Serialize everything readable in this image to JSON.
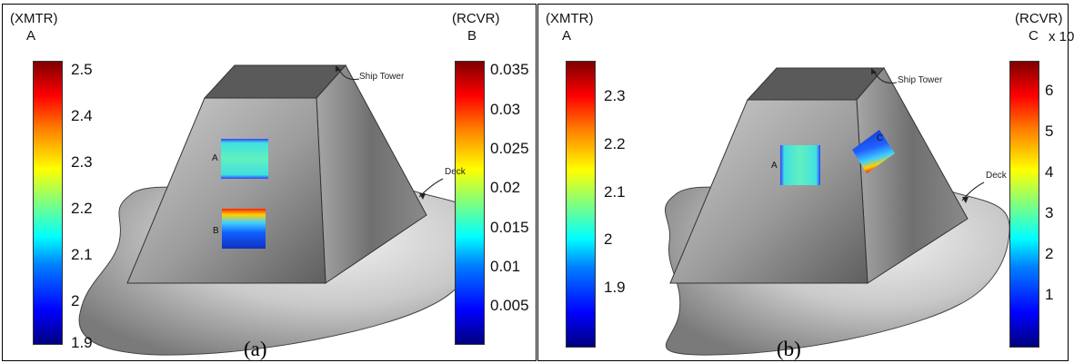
{
  "panels": {
    "a": {
      "caption": "(a)",
      "left_colorbar": {
        "role": "(XMTR)",
        "letter": "A",
        "ticks": [
          "2.5",
          "2.4",
          "2.3",
          "2.2",
          "2.1",
          "2",
          "1.9"
        ]
      },
      "right_colorbar": {
        "role": "(RCVR)",
        "letter": "B",
        "ticks": [
          "0.035",
          "0.03",
          "0.025",
          "0.02",
          "0.015",
          "0.01",
          "0.005"
        ]
      },
      "patch_labels": [
        "A",
        "B"
      ],
      "annotations": {
        "tower": "Ship Tower",
        "deck": "Deck"
      }
    },
    "b": {
      "caption": "(b)",
      "left_colorbar": {
        "role": "(XMTR)",
        "letter": "A",
        "ticks": [
          "2.3",
          "2.2",
          "2.1",
          "2",
          "1.9"
        ]
      },
      "right_colorbar": {
        "role": "(RCVR)",
        "letter": "C",
        "multiplier": "x 10",
        "ticks": [
          "6",
          "5",
          "4",
          "3",
          "2",
          "1"
        ]
      },
      "patch_labels": [
        "A",
        "C"
      ],
      "annotations": {
        "tower": "Ship Tower",
        "deck": "Deck"
      }
    }
  },
  "colors": {
    "colormap": "jet",
    "tower_dark": "#5a5a5a",
    "tower_light": "#b8b8b8",
    "deck_light": "#e6e6e6",
    "deck_dark": "#777777"
  }
}
